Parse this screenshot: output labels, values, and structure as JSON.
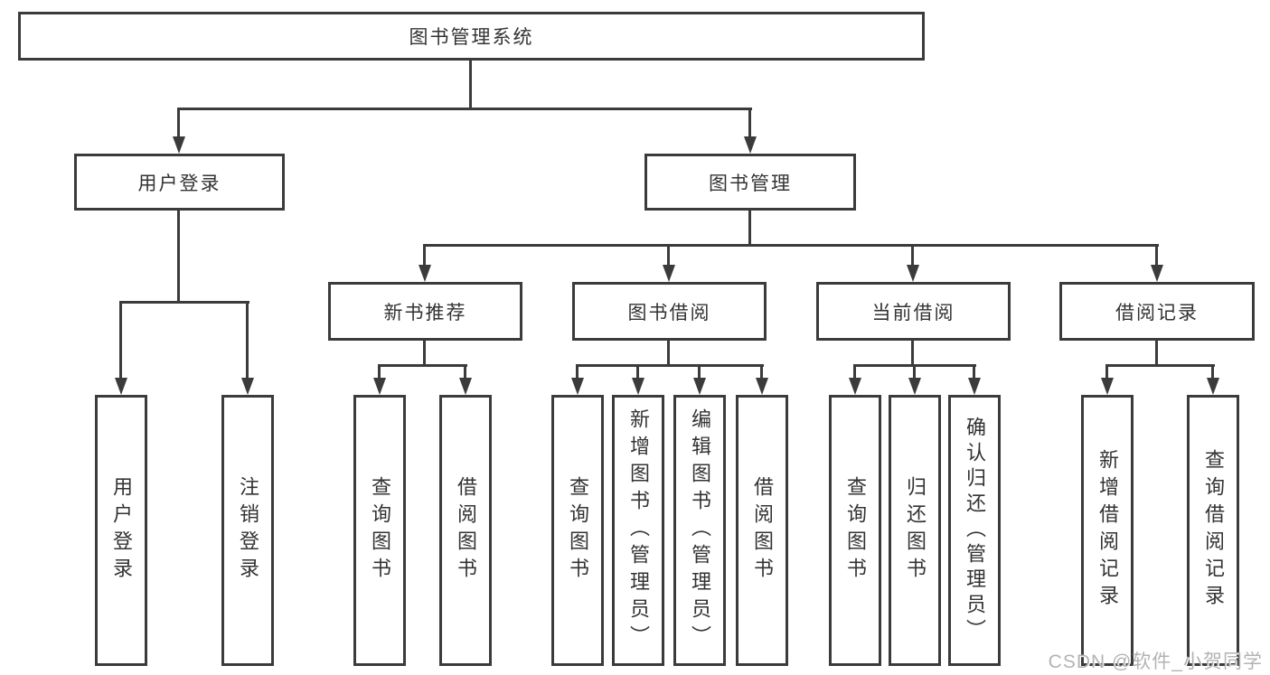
{
  "colors": {
    "line": "#3b3b3b",
    "box_fill": "#ffffff",
    "text": "#333333",
    "background": "#ffffff",
    "watermark_text": "#b3b3b3"
  },
  "watermark": {
    "label": "CSDN @软件_小贺同学"
  },
  "diagram": {
    "root": {
      "label": "图书管理系统"
    },
    "level2": [
      {
        "label": "用户登录"
      },
      {
        "label": "图书管理"
      }
    ],
    "level3": [
      {
        "label": "新书推荐",
        "parent": "图书管理"
      },
      {
        "label": "图书借阅",
        "parent": "图书管理"
      },
      {
        "label": "当前借阅",
        "parent": "图书管理"
      },
      {
        "label": "借阅记录",
        "parent": "图书管理"
      }
    ],
    "leaves": [
      {
        "label": "用户登录",
        "parent": "用户登录"
      },
      {
        "label": "注销登录",
        "parent": "用户登录"
      },
      {
        "label": "查询图书",
        "parent": "新书推荐"
      },
      {
        "label": "借阅图书",
        "parent": "新书推荐"
      },
      {
        "label": "查询图书",
        "parent": "图书借阅"
      },
      {
        "label": "新增图书（管理员）",
        "parent": "图书借阅"
      },
      {
        "label": "编辑图书（管理员）",
        "parent": "图书借阅"
      },
      {
        "label": "借阅图书",
        "parent": "图书借阅"
      },
      {
        "label": "查询图书",
        "parent": "当前借阅"
      },
      {
        "label": "归还图书",
        "parent": "当前借阅"
      },
      {
        "label": "确认归还（管理员）",
        "parent": "当前借阅"
      },
      {
        "label": "新增借阅记录",
        "parent": "借阅记录"
      },
      {
        "label": "查询借阅记录",
        "parent": "借阅记录"
      }
    ]
  }
}
